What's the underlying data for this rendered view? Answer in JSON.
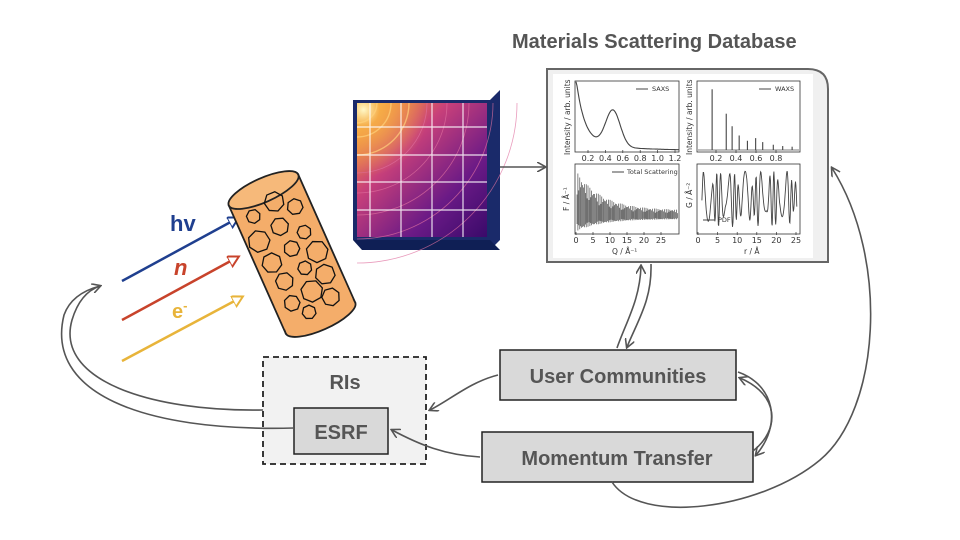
{
  "title": "Materials Scattering Database",
  "probes": {
    "photon": "hv",
    "neutron": "n",
    "electron": "e",
    "electron_sup": "-"
  },
  "boxes": {
    "ris": "RIs",
    "esrf": "ESRF",
    "user_communities": "User Communities",
    "momentum_transfer": "Momentum Transfer"
  },
  "colors": {
    "photon": "#1f3f8f",
    "neutron": "#c8432b",
    "electron": "#e8b43a",
    "sample_fill": "#f4ad6a",
    "box_fill": "#d9d9d9",
    "panel_fill": "#f0f0f0"
  },
  "plots": {
    "saxs": {
      "legend": "SAXS",
      "ylabel": "Intensity / arb. units",
      "xticks": [
        "0.2",
        "0.4",
        "0.6",
        "0.8",
        "1.0",
        "1.2"
      ]
    },
    "waxs": {
      "legend": "WAXS",
      "ylabel": "Intensity / arb. units",
      "xticks": [
        "0.2",
        "0.4",
        "0.6",
        "0.8"
      ]
    },
    "total": {
      "legend": "Total Scattering",
      "ylabel": "F / Å⁻¹",
      "xlabel": "Q / Å⁻¹",
      "xticks": [
        "0",
        "5",
        "10",
        "15",
        "20",
        "25"
      ]
    },
    "pdf": {
      "legend": "PDF",
      "ylabel": "G / Å⁻²",
      "xlabel": "r / Å",
      "xticks": [
        "0",
        "5",
        "10",
        "15",
        "20",
        "25"
      ]
    }
  }
}
